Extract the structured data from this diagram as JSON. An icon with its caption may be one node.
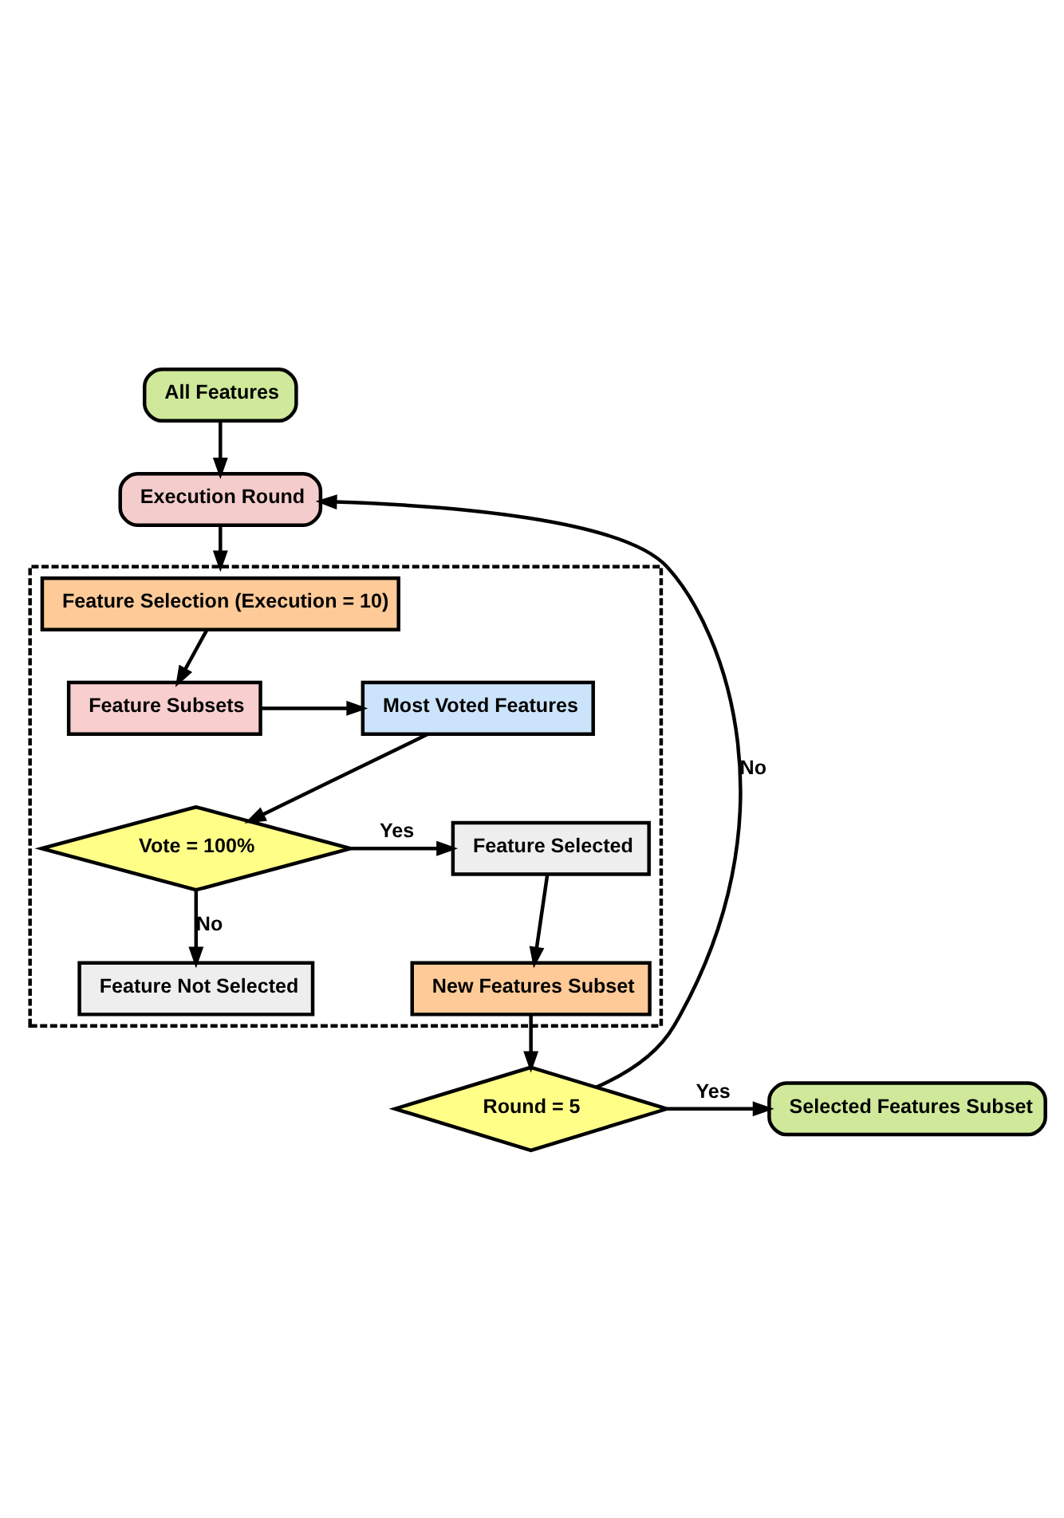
{
  "diagram": {
    "nodes": [
      {
        "text": [
          "All Features"
        ]
      },
      {
        "text": [
          "Execution Round"
        ]
      },
      {
        "text": [],
        "shape": "box"
      },
      {
        "text": [
          "Feature Selection (Execution = 10)"
        ],
        "in": 2
      },
      {
        "text": [
          "Feature Subsets"
        ],
        "in": 2
      },
      {
        "text": [
          "Most Voted Features"
        ],
        "in": 2
      },
      {
        "text": [
          "Vote = 100%"
        ],
        "in": 2
      },
      {
        "text": [
          "Feature Selected"
        ],
        "in": 2
      },
      {
        "text": [
          "Feature Not Selected"
        ],
        "in": 2
      },
      {
        "text": [
          "New Features Subset"
        ],
        "in": 2
      },
      {
        "text": [
          "Round = 5"
        ]
      },
      {
        "text": [
          "Selected Features Subset"
        ]
      }
    ],
    "edges": [
      {
        "from": 0,
        "to": 1,
        "arrow": "to"
      },
      {
        "from": 1,
        "to": 2,
        "arrow": "to"
      },
      {
        "from": 3,
        "to": 4,
        "arrow": "to"
      },
      {
        "from": 4,
        "to": 5,
        "arrow": "to"
      },
      {
        "from": 5,
        "to": 6,
        "arrow": "to"
      },
      {
        "from": 6,
        "to": 7,
        "arrow": "to",
        "label": "Yes"
      },
      {
        "from": 6,
        "to": 8,
        "arrow": "to",
        "label": "No"
      },
      {
        "from": 7,
        "to": 9,
        "arrow": "to"
      },
      {
        "from": 9,
        "to": 10,
        "arrow": "to"
      },
      {
        "from": 10,
        "to": 1,
        "arrow": "to",
        "label": "No"
      },
      {
        "from": 10,
        "to": 11,
        "arrow": "to",
        "label": "Yes"
      }
    ]
  }
}
